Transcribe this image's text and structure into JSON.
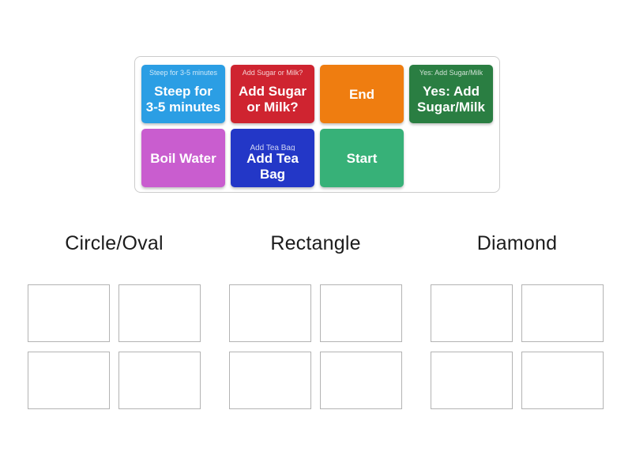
{
  "activity": {
    "type_label": "group-sort",
    "background": "#ffffff"
  },
  "tray": {
    "tiles": [
      {
        "caption": "Steep for 3-5 minutes",
        "label": [
          "Steep for",
          "3-5 minutes"
        ],
        "color": "#2B9EE4"
      },
      {
        "caption": "Add Sugar or Milk?",
        "label": [
          "Add Sugar",
          "or Milk?"
        ],
        "color": "#CF2430"
      },
      {
        "caption": "",
        "label": [
          "End"
        ],
        "color": "#EF7D10"
      },
      {
        "caption": "Yes: Add Sugar/Milk",
        "label": [
          "Yes: Add",
          "Sugar/Milk"
        ],
        "color": "#2A7E42"
      },
      {
        "caption": "",
        "label": [
          "Boil Water"
        ],
        "color": "#C95DCF"
      },
      {
        "caption": "Add Tea Bag",
        "label": [
          "Add Tea Bag"
        ],
        "color": "#2337C7"
      },
      {
        "caption": "",
        "label": [
          "Start"
        ],
        "color": "#37B178"
      }
    ]
  },
  "groups": [
    {
      "label": "Circle/Oval",
      "slot_count": 4
    },
    {
      "label": "Rectangle",
      "slot_count": 4
    },
    {
      "label": "Diamond",
      "slot_count": 4
    }
  ]
}
